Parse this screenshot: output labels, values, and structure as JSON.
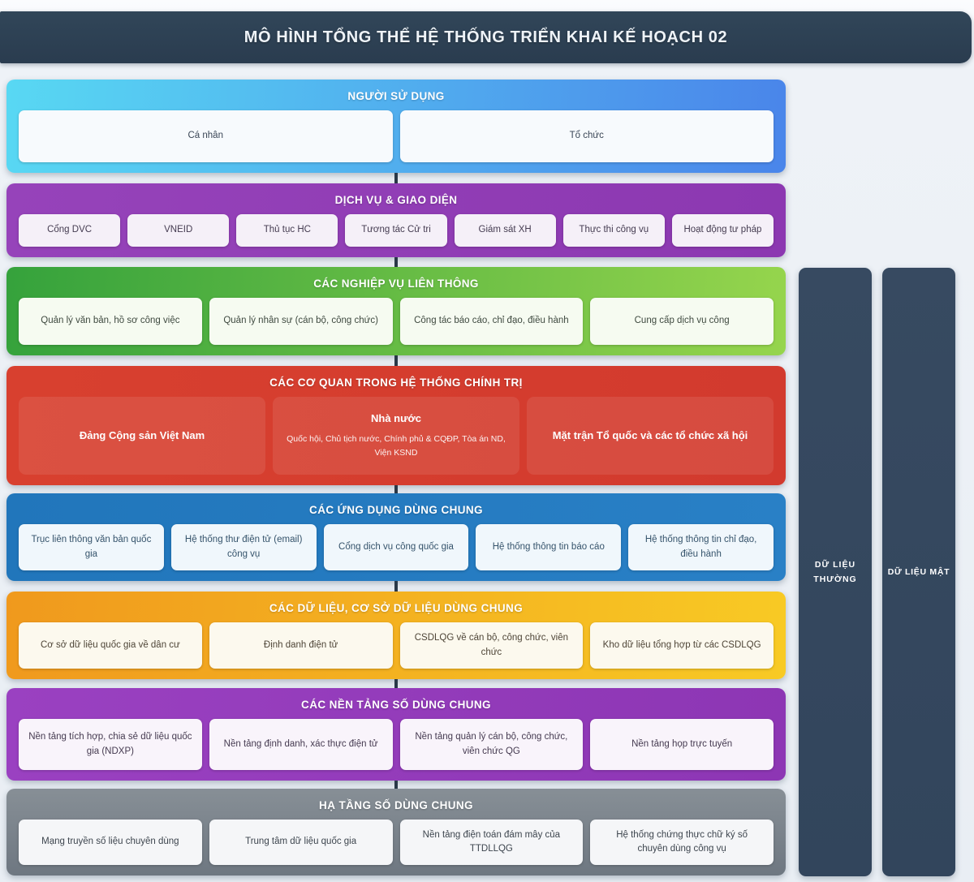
{
  "header": {
    "title": "MÔ HÌNH TỔNG THỂ HỆ THỐNG TRIỂN KHAI KẾ HOẠCH 02"
  },
  "bands": {
    "users": {
      "title": "NGƯỜI SỬ DỤNG",
      "items": [
        "Cá nhân",
        "Tổ chức"
      ]
    },
    "services": {
      "title": "DỊCH VỤ & GIAO DIỆN",
      "items": [
        "Cổng DVC",
        "VNEID",
        "Thủ tục HC",
        "Tương tác Cử tri",
        "Giám sát XH",
        "Thực thi công vụ",
        "Hoạt động tư pháp"
      ]
    },
    "operations": {
      "title": "CÁC NGHIỆP VỤ LIÊN THÔNG",
      "items": [
        "Quản lý văn bản, hồ sơ công việc",
        "Quản lý nhân sự (cán bộ, công chức)",
        "Công tác báo cáo, chỉ đạo, điều hành",
        "Cung cấp dịch vụ công"
      ]
    },
    "agencies": {
      "title": "CÁC CƠ QUAN TRONG HỆ THỐNG CHÍNH TRỊ",
      "items": [
        {
          "label": "Đảng Cộng sản Việt Nam",
          "sublabel": ""
        },
        {
          "label": "Nhà nước",
          "sublabel": "Quốc hội, Chủ tịch nước, Chính phủ & CQĐP, Tòa án ND, Viện KSND"
        },
        {
          "label": "Mặt trận Tổ quốc và các tổ chức xã hội",
          "sublabel": ""
        }
      ]
    },
    "applications": {
      "title": "CÁC ỨNG DỤNG DÙNG CHUNG",
      "items": [
        "Trục liên thông văn bản quốc gia",
        "Hệ thống thư điện tử (email) công vụ",
        "Cổng dịch vụ công quốc gia",
        "Hệ thống thông tin báo cáo",
        "Hệ thống thông tin chỉ đạo, điều hành"
      ]
    },
    "databases": {
      "title": "CÁC DỮ LIỆU, CƠ SỞ DỮ LIỆU DÙNG CHUNG",
      "items": [
        "Cơ sở dữ liệu quốc gia về dân cư",
        "Định danh điện tử",
        "CSDLQG về cán bộ, công chức, viên chức",
        "Kho dữ liệu tổng hợp từ các CSDLQG"
      ]
    },
    "platforms": {
      "title": "CÁC NỀN TẢNG SỐ DÙNG CHUNG",
      "items": [
        "Nền tảng tích hợp, chia sẻ dữ liệu quốc gia (NDXP)",
        "Nền tảng định danh, xác thực điện tử",
        "Nền tảng quản lý cán bộ, công chức, viên chức QG",
        "Nền tảng họp trực tuyến"
      ]
    },
    "infrastructure": {
      "title": "HẠ TẦNG SỐ DÙNG CHUNG",
      "items": [
        "Mạng truyền số liệu chuyên dùng",
        "Trung tâm dữ liệu quốc gia",
        "Nền tảng điện toán đám mây của TTDLLQG",
        "Hệ thống chứng thực chữ ký số chuyên dùng công vụ"
      ]
    }
  },
  "side_bars": {
    "normal": "DỮ LIỆU THƯỜNG",
    "secret": "DỮ LIỆU MẬT"
  },
  "colors": {
    "header_bg": {
      "from": "#314659",
      "to": "#2a3c4f",
      "angle": "180deg"
    },
    "users": {
      "from": "#58d8f3",
      "to": "#4a85ea",
      "angle": "95deg"
    },
    "services": {
      "from": "#9643ba",
      "to": "#8c38b1",
      "angle": "95deg"
    },
    "operations": {
      "from": "#35a23c",
      "to": "#96d54d",
      "angle": "95deg"
    },
    "agencies": {
      "from": "#d8402f",
      "to": "#d23a2e",
      "angle": "95deg"
    },
    "applications": {
      "from": "#2176bb",
      "to": "#2980c6",
      "angle": "95deg"
    },
    "databases": {
      "from": "#f0991d",
      "to": "#f8ca24",
      "angle": "95deg"
    },
    "platforms": {
      "from": "#9a41c1",
      "to": "#8d36b4",
      "angle": "95deg"
    },
    "infrastructure": {
      "from": "#878f96",
      "to": "#6e7781",
      "angle": "180deg"
    },
    "pillar": {
      "from": "#374a61",
      "to": "#32455c",
      "angle": "180deg"
    }
  }
}
